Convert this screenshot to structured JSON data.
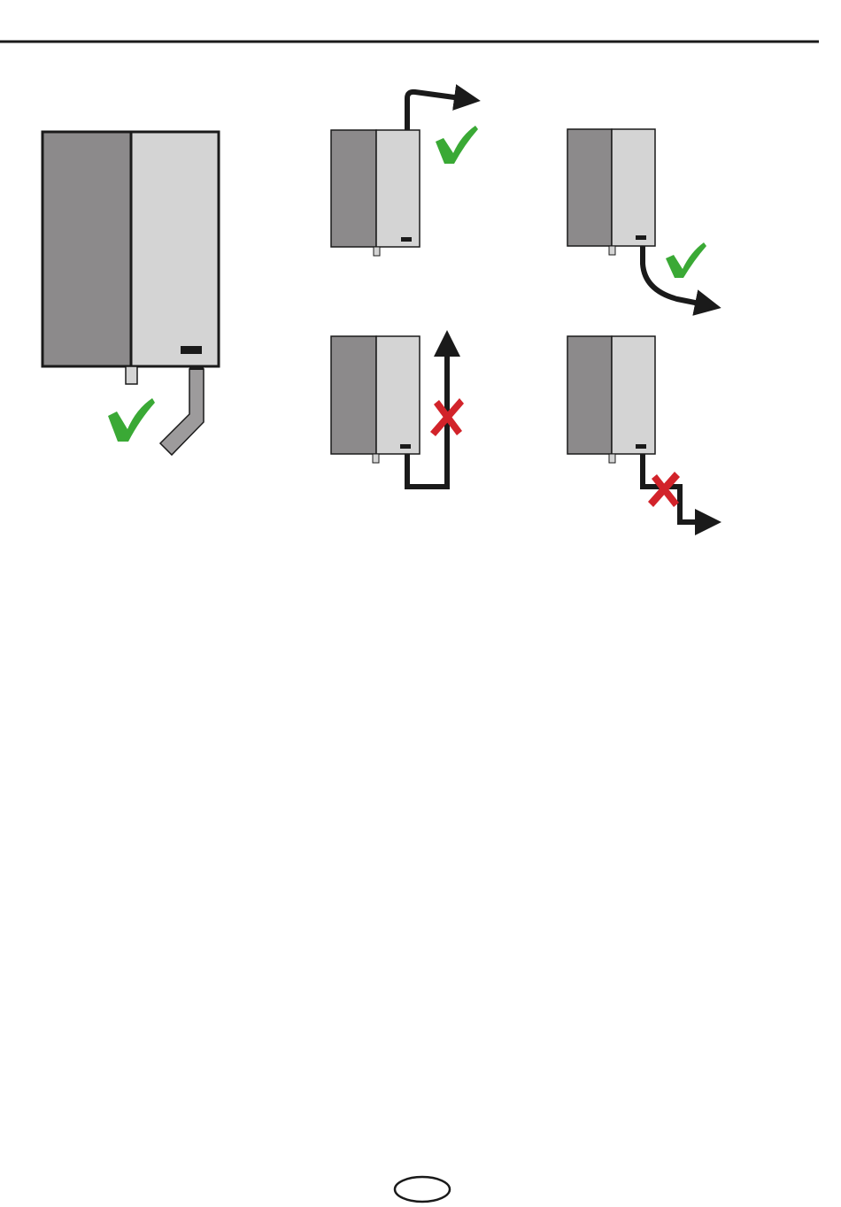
{
  "page": {
    "page_number_label": ""
  },
  "colors": {
    "rule": "#1a1a1a",
    "panel_dark": "#8c8a8b",
    "panel_light": "#d4d4d4",
    "outline": "#1a1a1a",
    "pipe": "#1a1a1a",
    "hose": "#9d9b9c",
    "check": "#3aa935",
    "cross": "#d2232a"
  },
  "figures": [
    {
      "id": "main-unit",
      "verdict": "correct",
      "icon": "check-icon"
    },
    {
      "id": "drain-up-then-right",
      "verdict": "correct",
      "icon": "check-icon"
    },
    {
      "id": "drain-curve-down-right",
      "verdict": "correct",
      "icon": "check-icon"
    },
    {
      "id": "drain-loop-up",
      "verdict": "incorrect",
      "icon": "cross-icon"
    },
    {
      "id": "drain-step-down",
      "verdict": "incorrect",
      "icon": "cross-icon"
    }
  ]
}
